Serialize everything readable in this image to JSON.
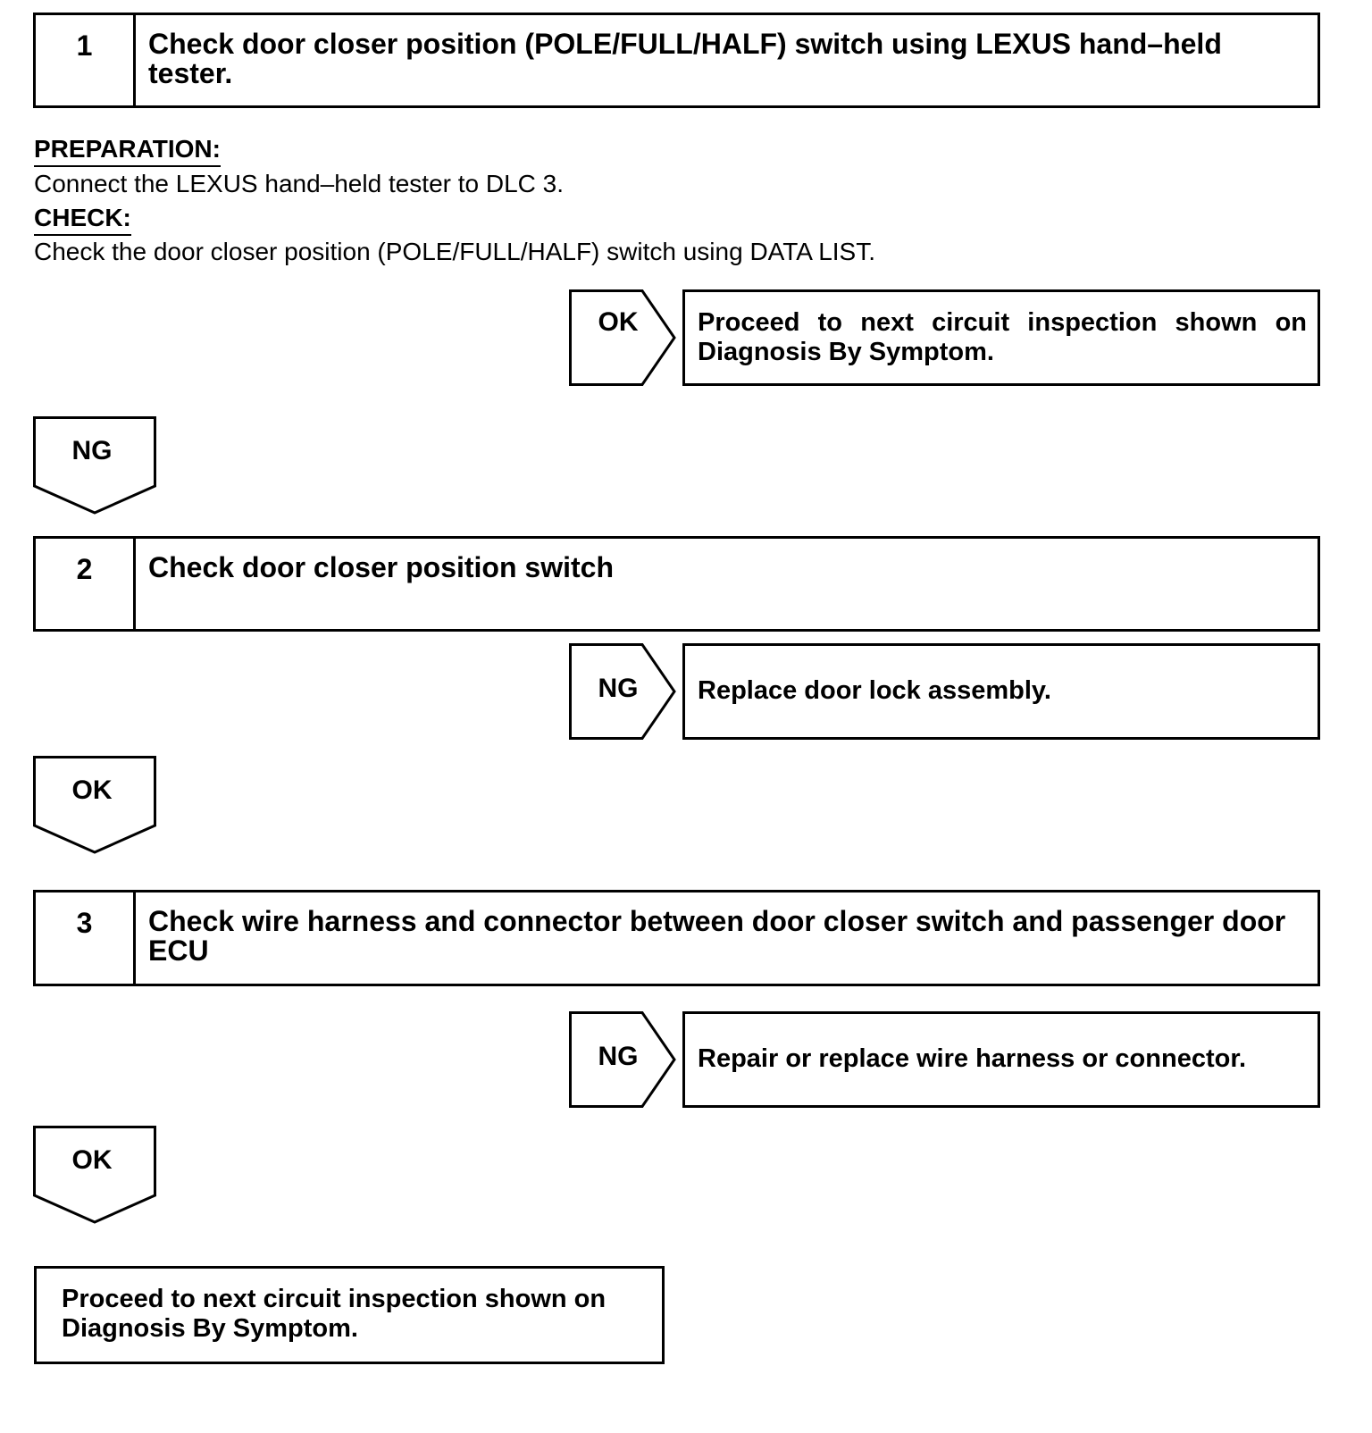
{
  "steps": [
    {
      "number": "1",
      "title": "Check door closer position (POLE/FULL/HALF) switch using LEXUS hand–held tester."
    },
    {
      "number": "2",
      "title": "Check door closer position switch"
    },
    {
      "number": "3",
      "title": "Check wire harness and connector between door closer switch and passenger door ECU"
    }
  ],
  "preparation": {
    "heading": "PREPARATION:",
    "text": "Connect the LEXUS hand–held tester to DLC 3."
  },
  "check": {
    "heading": "CHECK:",
    "text": "Check the door closer position (POLE/FULL/HALF) switch using DATA LIST."
  },
  "branches": [
    {
      "label": "OK",
      "result": "Proceed to next circuit inspection shown on Diagnosis By Symptom."
    },
    {
      "label": "NG",
      "result": "Replace door lock assembly."
    },
    {
      "label": "NG",
      "result": "Repair or replace wire harness or connector."
    }
  ],
  "flow_arrows": [
    "NG",
    "OK",
    "OK"
  ],
  "final_box": "Proceed to next circuit inspection shown on Diagnosis By Symptom."
}
